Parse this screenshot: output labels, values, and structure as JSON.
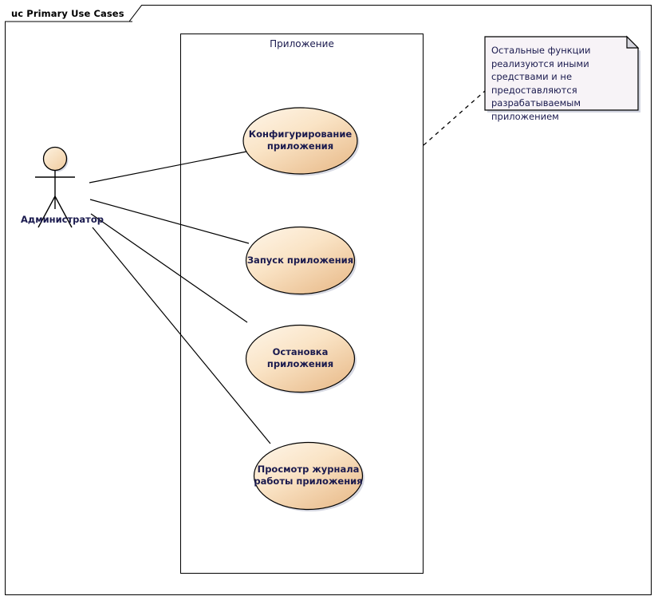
{
  "diagram": {
    "frame_label": "uc Primary Use Cases",
    "kind": "uml-use-case-diagram"
  },
  "system_boundary": {
    "label": "Приложение"
  },
  "actors": [
    {
      "name": "actor-administrator",
      "label": "Администратор",
      "icon": "stick-figure-actor-icon"
    }
  ],
  "use_cases": [
    {
      "id": "uc-configure",
      "line1": "Конфигурирование",
      "line2": "приложения"
    },
    {
      "id": "uc-start",
      "line1": "Запуск приложения",
      "line2": ""
    },
    {
      "id": "uc-stop",
      "line1": "Остановка",
      "line2": "приложения"
    },
    {
      "id": "uc-view-log",
      "line1": "Просмотр журнала",
      "line2": "работы приложения"
    }
  ],
  "note": {
    "text": "Остальные функции реализуются иными средствами и не предоставляются разрабатываемым приложением",
    "anchor": "dashed-link-to-system-boundary"
  },
  "colors": {
    "ellipse_fill_light": "#FDF1DF",
    "ellipse_fill_dark": "#EDC49A",
    "actor_head_fill": "#FAE3C3",
    "note_fill": "#F7F3F7",
    "stroke": "#000000",
    "text": "#1A1A4E",
    "shadow": "#A9AEC4"
  }
}
